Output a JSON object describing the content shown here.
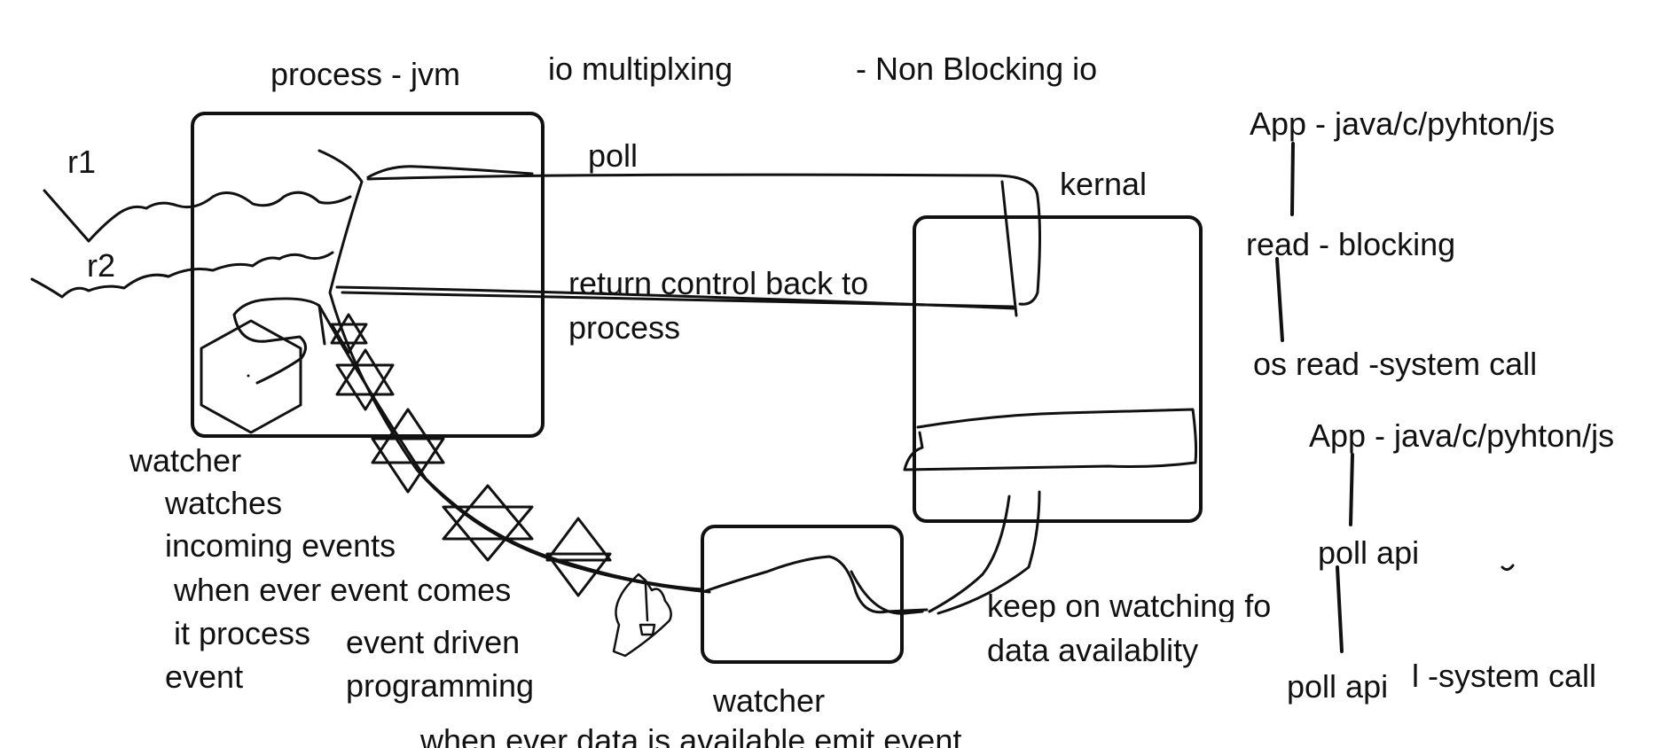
{
  "header": {
    "process_title": "process - jvm",
    "io_multiplexing": "io multiplxing",
    "non_blocking": "- Non Blocking io"
  },
  "requests": {
    "r1": "r1",
    "r2": "r2"
  },
  "arrows": {
    "poll": "poll",
    "return_line1": "return control back to",
    "return_line2": "process"
  },
  "kernel": {
    "label": "kernal",
    "watching_line1": "keep on watching fo",
    "watching_line2": "data availablity"
  },
  "watcher_note": {
    "title": "watcher",
    "line1": "watches",
    "line2": "incoming events",
    "line3": "when ever event comes",
    "line4": "it process",
    "line5": "event"
  },
  "paradigm": {
    "line1": "event driven",
    "line2": "programming"
  },
  "bottom_watcher": {
    "label": "watcher",
    "emit_note": "when ever data is available emit event"
  },
  "blocking_flow": {
    "app": "App - java/c/pyhton/js",
    "read": "read - blocking",
    "os_read": "os read -system call"
  },
  "poll_flow": {
    "app": "App - java/c/pyhton/js",
    "poll_api": "poll api",
    "poll_api_2": "poll api",
    "system_call": "l -system call"
  },
  "colors": {
    "ink": "#111111",
    "paper": "#ffffff"
  }
}
